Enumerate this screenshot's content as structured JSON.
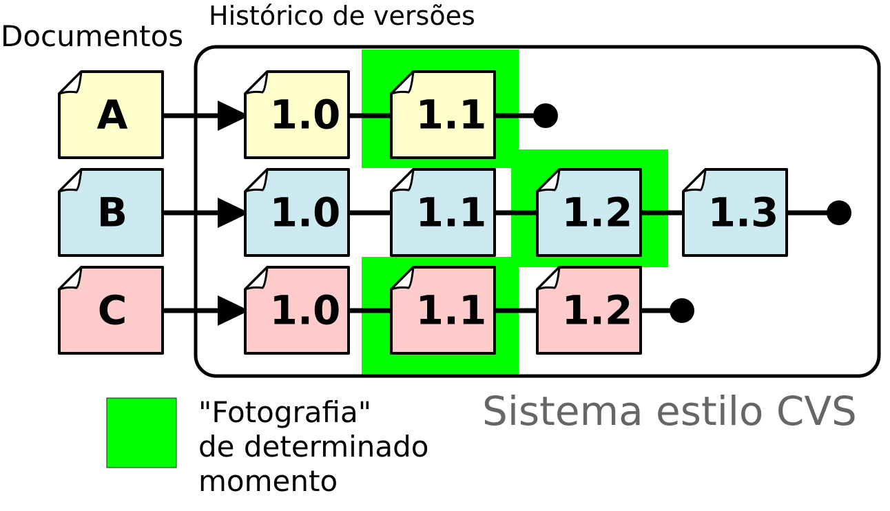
{
  "labels": {
    "history_title": "Histórico de versões",
    "documents_title": "Documentos",
    "system_title": "Sistema estilo CVS"
  },
  "legend": {
    "line1": "\"Fotografia\"",
    "line2": "de determinado",
    "line3": "momento",
    "color": "#00ff00"
  },
  "documents": [
    {
      "name": "A",
      "color": "#ffffcc",
      "versions": [
        "1.0",
        "1.1"
      ]
    },
    {
      "name": "B",
      "color": "#cdeaf0",
      "versions": [
        "1.0",
        "1.1",
        "1.2",
        "1.3"
      ]
    },
    {
      "name": "C",
      "color": "#ffcccc",
      "versions": [
        "1.0",
        "1.1",
        "1.2"
      ]
    }
  ],
  "snapshot": {
    "A": "1.1",
    "B": "1.2",
    "C": "1.1"
  }
}
